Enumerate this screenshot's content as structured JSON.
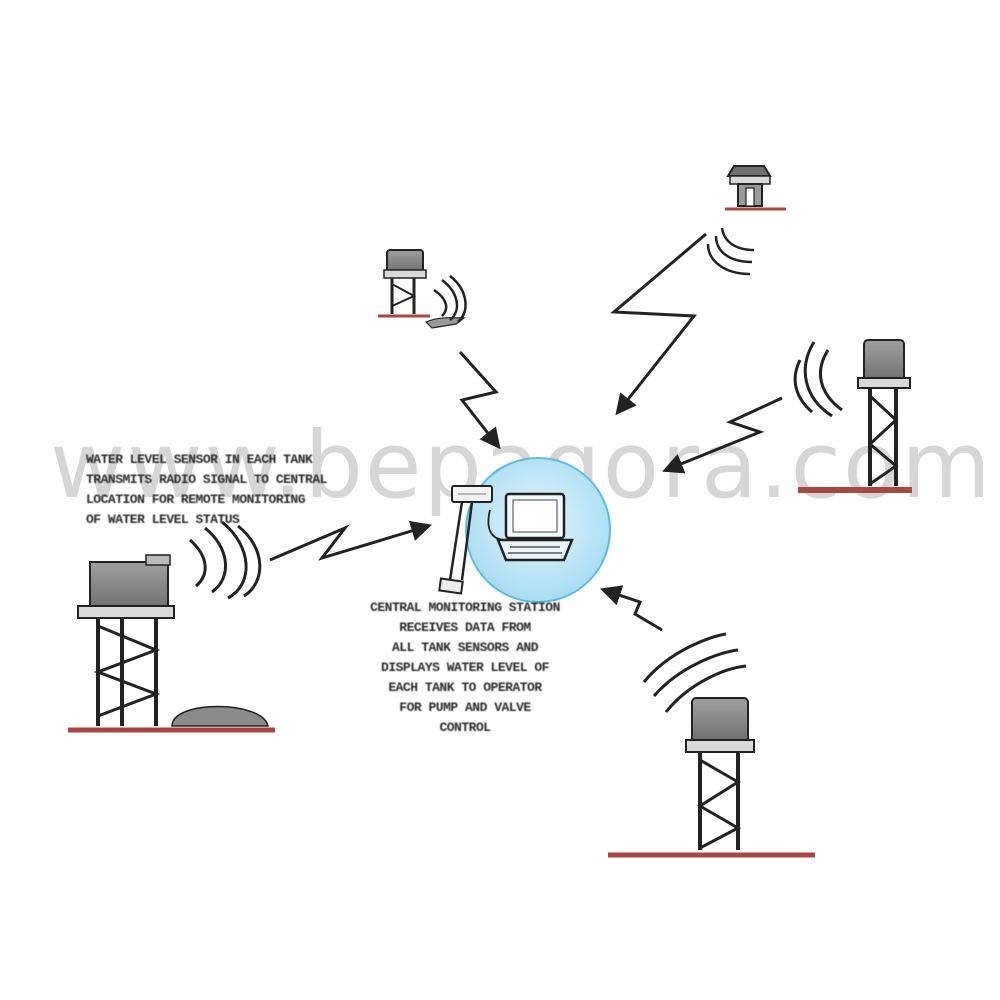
{
  "watermark": "www.bepagora.com",
  "colors": {
    "ground": "#a8473f",
    "tank": "#8c8c8c",
    "tower": "#2b2b2b",
    "signal": "#222222",
    "hub_fill": "#bfe6f7",
    "hub_stroke": "#59bde2"
  },
  "icons": [
    "water-tower-icon",
    "laptop-icon",
    "radio-modem-icon",
    "antenna-icon",
    "radio-wave-icon",
    "lightning-signal-arrow-icon"
  ],
  "blurbs": {
    "left": "WATER LEVEL SENSOR IN EACH TANK\nTRANSMITS RADIO SIGNAL TO CENTRAL\nLOCATION FOR REMOTE MONITORING\nOF WATER LEVEL STATUS",
    "center": "CENTRAL MONITORING STATION\nRECEIVES DATA FROM\nALL TANK SENSORS AND\nDISPLAYS WATER LEVEL OF\nEACH TANK TO OPERATOR\nFOR PUMP AND VALVE\nCONTROL"
  }
}
